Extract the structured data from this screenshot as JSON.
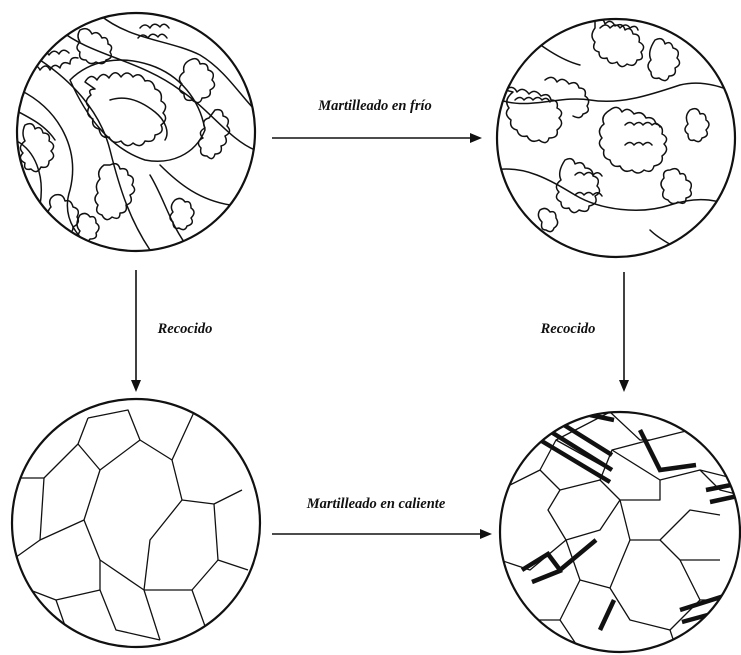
{
  "labels": {
    "top_arrow": "Martilleado en frío",
    "left_arrow": "Recocido",
    "right_arrow": "Recocido",
    "bottom_arrow": "Martilleado en caliente"
  },
  "colors": {
    "ink": "#111111",
    "background": "#ffffff"
  }
}
